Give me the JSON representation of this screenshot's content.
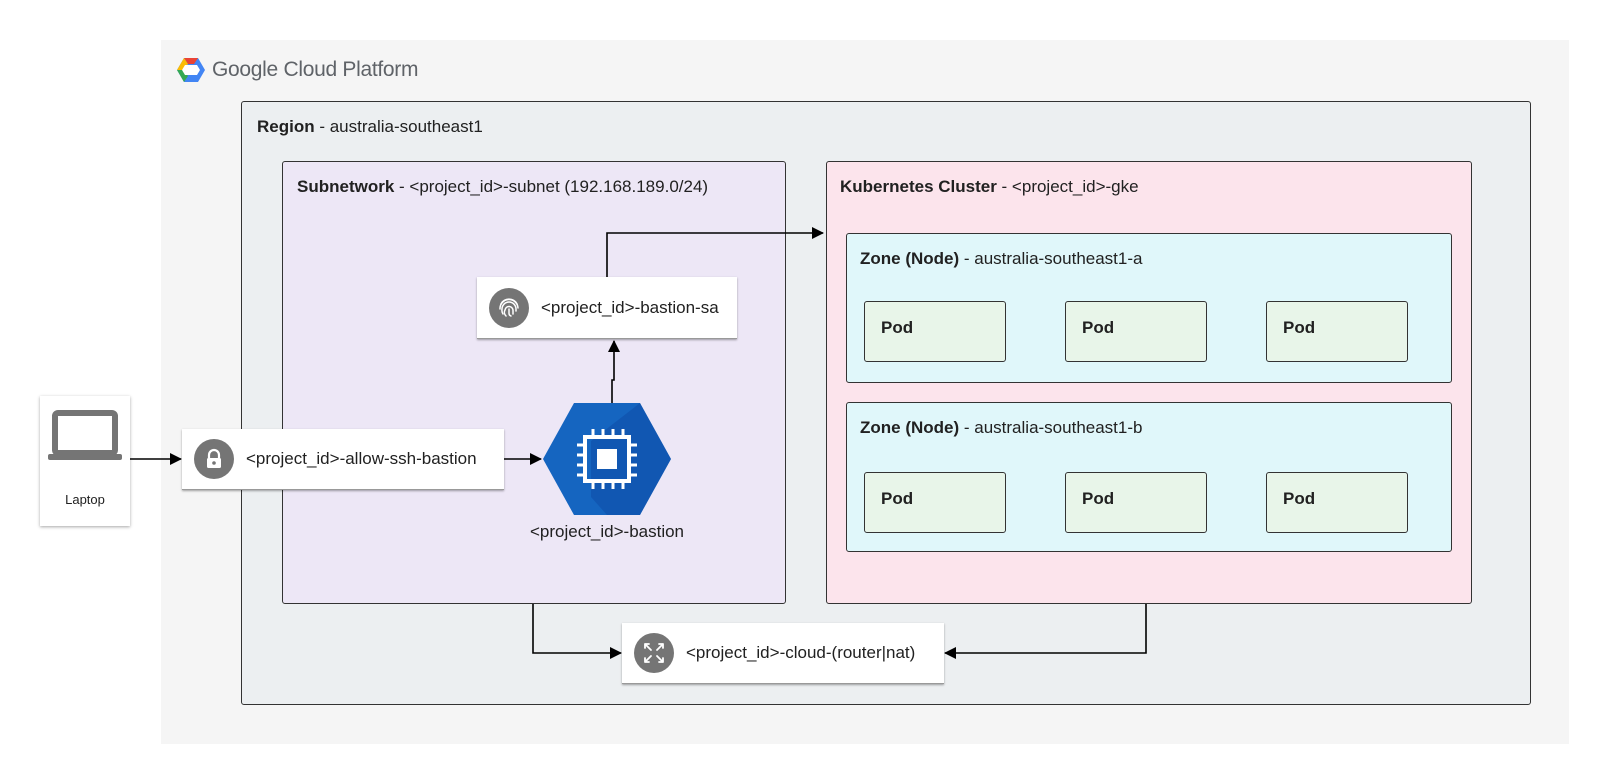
{
  "brand": {
    "logo_text_1": "Google",
    "logo_text_2": "Cloud Platform",
    "logo_colors": [
      "#ea4335",
      "#fbbc05",
      "#34a853",
      "#4285f4"
    ]
  },
  "region": {
    "title": "Region",
    "value": " - australia-southeast1"
  },
  "subnetwork": {
    "title": "Subnetwork",
    "value": " - <project_id>-subnet (192.168.189.0/24)"
  },
  "cluster": {
    "title": "Kubernetes Cluster",
    "value": " - <project_id>-gke"
  },
  "zones": [
    {
      "title": "Zone (Node)",
      "value": " - australia-southeast1-a",
      "pods": [
        "Pod",
        "Pod",
        "Pod"
      ]
    },
    {
      "title": "Zone (Node)",
      "value": " - australia-southeast1-b",
      "pods": [
        "Pod",
        "Pod",
        "Pod"
      ]
    }
  ],
  "laptop": {
    "label": "Laptop",
    "icon": "laptop-icon"
  },
  "firewall": {
    "label": "<project_id>-allow-ssh-bastion",
    "icon": "lock-icon"
  },
  "service_account": {
    "label": "<project_id>-bastion-sa",
    "icon": "fingerprint-icon"
  },
  "bastion": {
    "label": "<project_id>-bastion",
    "icon": "compute-engine-icon",
    "color": "#1565c0"
  },
  "router": {
    "label": "<project_id>-cloud-(router|nat)",
    "icon": "cloud-router-icon"
  },
  "colors": {
    "gcp_bg": "#f5f5f5",
    "region_bg": "#eceff1",
    "subnet_bg": "#ede7f6",
    "cluster_bg": "#fce4ec",
    "zone_bg": "#e0f7fa",
    "pod_bg": "#e8f5e9"
  }
}
